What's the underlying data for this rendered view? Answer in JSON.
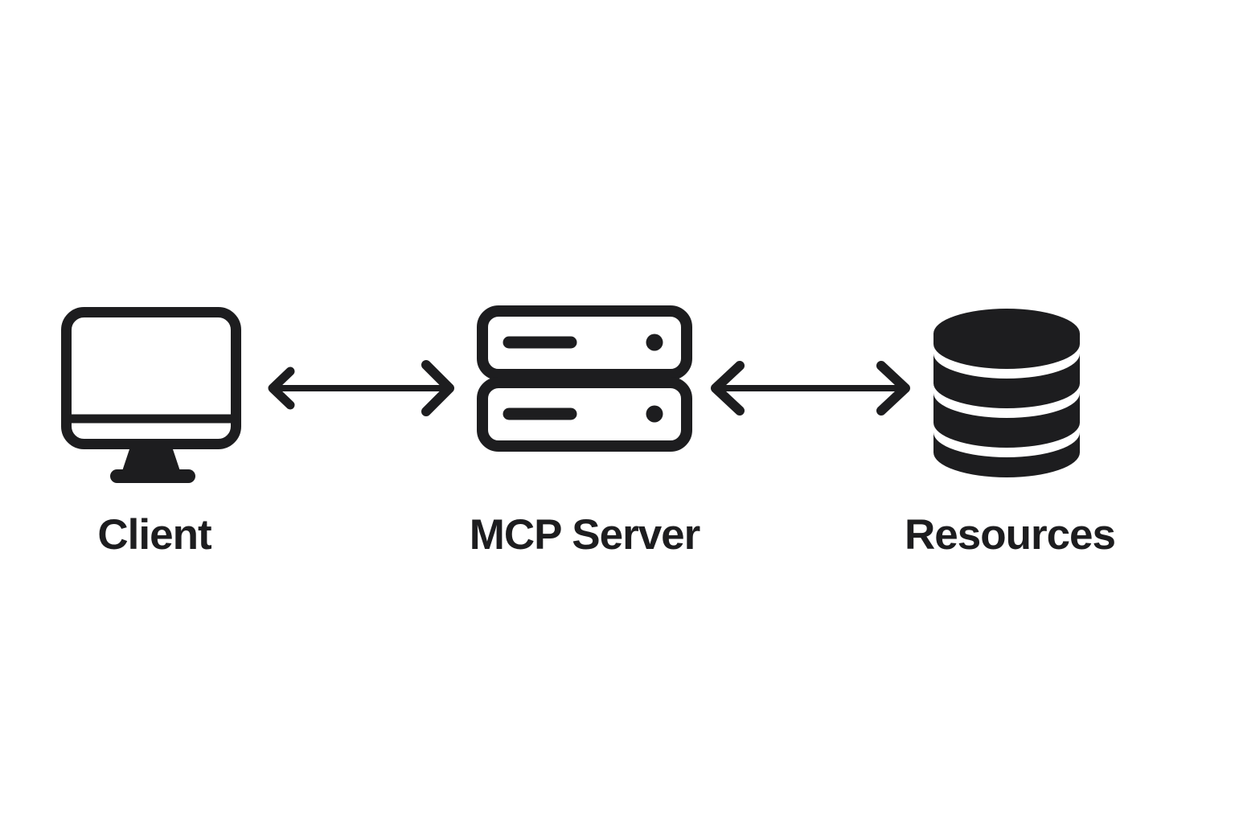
{
  "diagram": {
    "nodes": [
      {
        "id": "client",
        "label": "Client",
        "icon": "desktop-monitor-icon"
      },
      {
        "id": "mcp-server",
        "label": "MCP Server",
        "icon": "server-rack-icon"
      },
      {
        "id": "resources",
        "label": "Resources",
        "icon": "database-icon"
      }
    ],
    "connections": [
      {
        "from": "client",
        "to": "mcp-server",
        "direction": "bidirectional"
      },
      {
        "from": "mcp-server",
        "to": "resources",
        "direction": "bidirectional"
      }
    ],
    "colors": {
      "foreground": "#1d1d1f",
      "background": "#ffffff"
    }
  }
}
